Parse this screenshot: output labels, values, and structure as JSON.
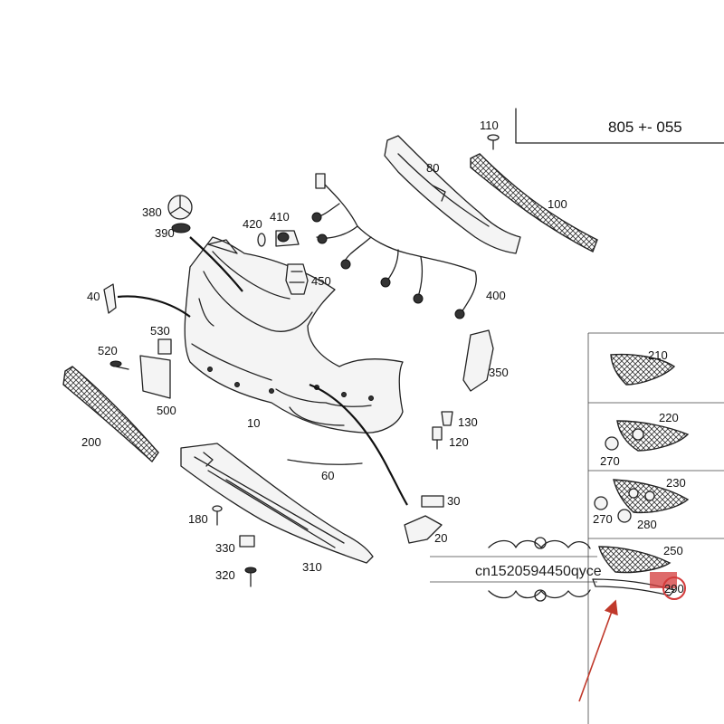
{
  "diagram": {
    "code": "805 +- 055",
    "watermark": "cn1520594450qyce",
    "highlight_color": "#d33a3a",
    "arrow_color": "#c0392b",
    "labels": {
      "p10": "10",
      "p20": "20",
      "p30": "30",
      "p40": "40",
      "p60": "60",
      "p80": "80",
      "p100": "100",
      "p110": "110",
      "p120": "120",
      "p130": "130",
      "p180": "180",
      "p200": "200",
      "p210": "210",
      "p220": "220",
      "p230": "230",
      "p250": "250",
      "p270a": "270",
      "p270b": "270",
      "p280": "280",
      "p290": "290",
      "p310": "310",
      "p320": "320",
      "p330": "330",
      "p350": "350",
      "p380": "380",
      "p390": "390",
      "p400": "400",
      "p410": "410",
      "p420": "420",
      "p450": "450",
      "p500": "500",
      "p520": "520",
      "p530": "530"
    }
  }
}
